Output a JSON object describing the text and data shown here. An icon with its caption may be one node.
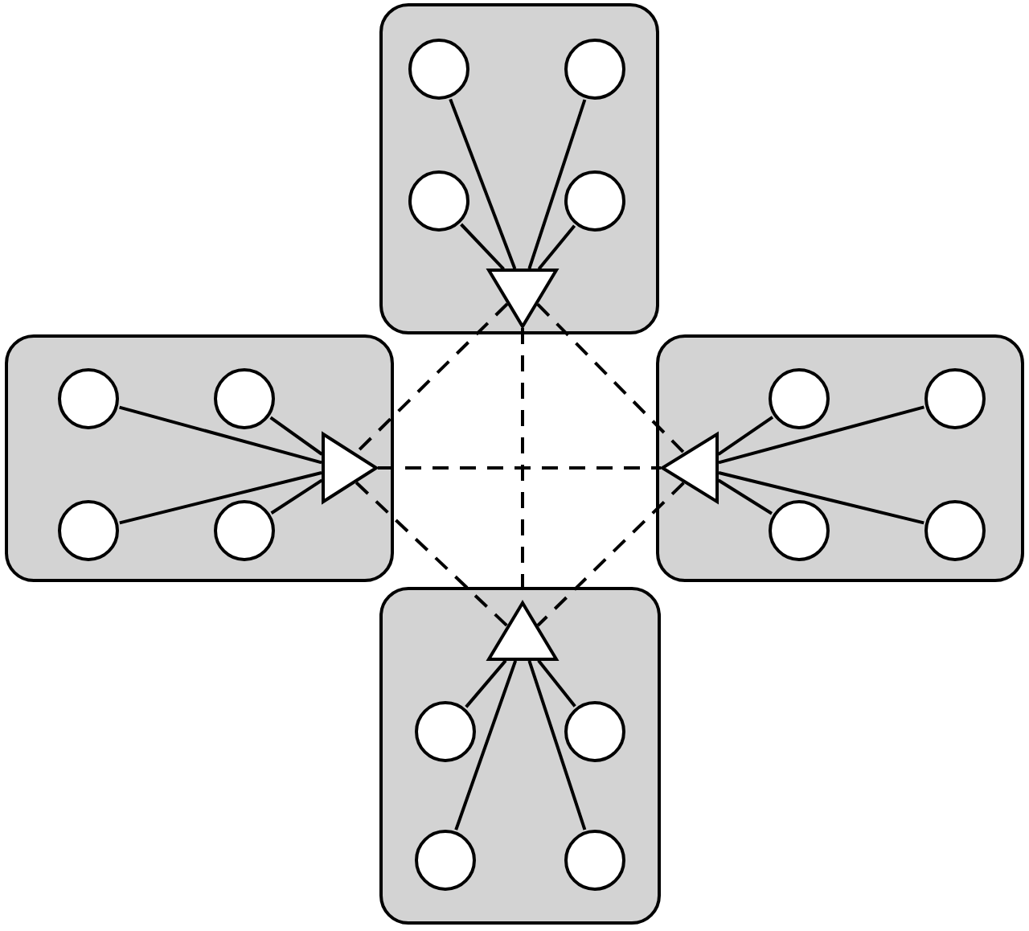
{
  "diagram": {
    "nodes": [
      {
        "text": [],
        "shape": "box"
      },
      {
        "text": [],
        "shape": "circle",
        "in": 0
      },
      {
        "text": [],
        "shape": "circle",
        "in": 0
      },
      {
        "text": [],
        "shape": "circle",
        "in": 0
      },
      {
        "text": [],
        "shape": "circle",
        "in": 0
      },
      {
        "text": [],
        "shape": "triangle",
        "in": 0
      },
      {
        "text": [],
        "shape": "box"
      },
      {
        "text": [],
        "shape": "circle",
        "in": 6
      },
      {
        "text": [],
        "shape": "circle",
        "in": 6
      },
      {
        "text": [],
        "shape": "circle",
        "in": 6
      },
      {
        "text": [],
        "shape": "circle",
        "in": 6
      },
      {
        "text": [],
        "shape": "triangle",
        "in": 6
      },
      {
        "text": [],
        "shape": "box"
      },
      {
        "text": [],
        "shape": "circle",
        "in": 12
      },
      {
        "text": [],
        "shape": "circle",
        "in": 12
      },
      {
        "text": [],
        "shape": "circle",
        "in": 12
      },
      {
        "text": [],
        "shape": "circle",
        "in": 12
      },
      {
        "text": [],
        "shape": "triangle",
        "in": 12
      },
      {
        "text": [],
        "shape": "box"
      },
      {
        "text": [],
        "shape": "circle",
        "in": 18
      },
      {
        "text": [],
        "shape": "circle",
        "in": 18
      },
      {
        "text": [],
        "shape": "circle",
        "in": 18
      },
      {
        "text": [],
        "shape": "circle",
        "in": 18
      },
      {
        "text": [],
        "shape": "triangle",
        "in": 18
      }
    ],
    "edges": [
      {
        "from": 1,
        "to": 5,
        "arrow": "none"
      },
      {
        "from": 2,
        "to": 5,
        "arrow": "none"
      },
      {
        "from": 3,
        "to": 5,
        "arrow": "none"
      },
      {
        "from": 4,
        "to": 5,
        "arrow": "none"
      },
      {
        "from": 7,
        "to": 11,
        "arrow": "none"
      },
      {
        "from": 8,
        "to": 11,
        "arrow": "none"
      },
      {
        "from": 9,
        "to": 11,
        "arrow": "none"
      },
      {
        "from": 10,
        "to": 11,
        "arrow": "none"
      },
      {
        "from": 13,
        "to": 17,
        "arrow": "none"
      },
      {
        "from": 14,
        "to": 17,
        "arrow": "none"
      },
      {
        "from": 15,
        "to": 17,
        "arrow": "none"
      },
      {
        "from": 16,
        "to": 17,
        "arrow": "none"
      },
      {
        "from": 19,
        "to": 23,
        "arrow": "none"
      },
      {
        "from": 20,
        "to": 23,
        "arrow": "none"
      },
      {
        "from": 21,
        "to": 23,
        "arrow": "none"
      },
      {
        "from": 22,
        "to": 23,
        "arrow": "none"
      },
      {
        "from": 5,
        "to": 11,
        "arrow": "none",
        "style": "dashed"
      },
      {
        "from": 5,
        "to": 17,
        "arrow": "none",
        "style": "dashed"
      },
      {
        "from": 5,
        "to": 23,
        "arrow": "none",
        "style": "dashed"
      },
      {
        "from": 11,
        "to": 17,
        "arrow": "none",
        "style": "dashed"
      },
      {
        "from": 11,
        "to": 23,
        "arrow": "none",
        "style": "dashed"
      },
      {
        "from": 17,
        "to": 23,
        "arrow": "none",
        "style": "dashed"
      }
    ]
  }
}
